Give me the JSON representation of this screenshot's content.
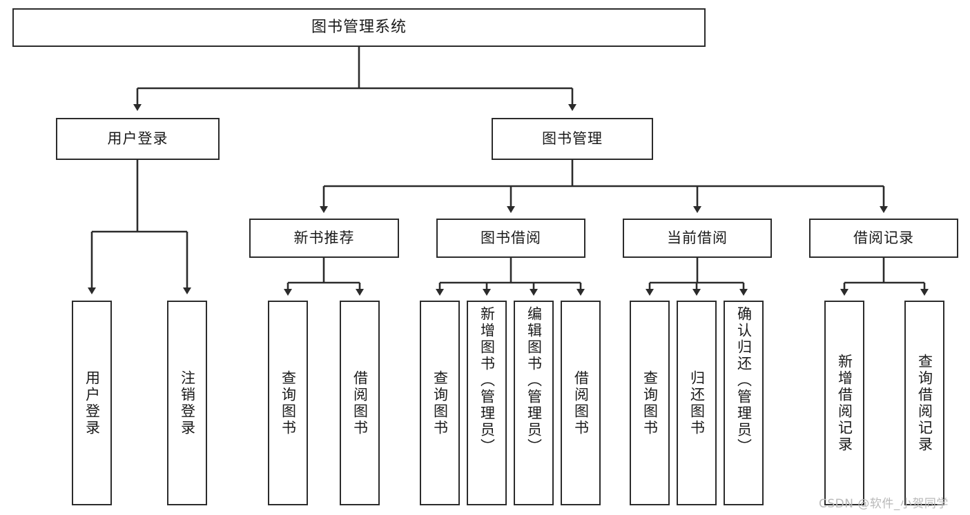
{
  "diagram": {
    "title": "图书管理系统",
    "type": "hierarchy-tree",
    "levels": 4,
    "root": {
      "label": "图书管理系统"
    },
    "level2": [
      {
        "label": "用户登录"
      },
      {
        "label": "图书管理"
      }
    ],
    "level3": [
      {
        "label": "新书推荐"
      },
      {
        "label": "图书借阅"
      },
      {
        "label": "当前借阅"
      },
      {
        "label": "借阅记录"
      }
    ],
    "leaves": {
      "user_login": [
        {
          "label": "用户登录"
        },
        {
          "label": "注销登录"
        }
      ],
      "new_book_recommend": [
        {
          "label": "查询图书"
        },
        {
          "label": "借阅图书"
        }
      ],
      "book_borrow": [
        {
          "label": "查询图书"
        },
        {
          "label": "新增图书（管理员）"
        },
        {
          "label": "编辑图书（管理员）"
        },
        {
          "label": "借阅图书"
        }
      ],
      "current_borrow": [
        {
          "label": "查询图书"
        },
        {
          "label": "归还图书"
        },
        {
          "label": "确认归还（管理员）"
        }
      ],
      "borrow_record": [
        {
          "label": "新增借阅记录"
        },
        {
          "label": "查询借阅记录"
        }
      ]
    }
  },
  "watermark": {
    "text": "CSDN @软件_小贺同学"
  },
  "colors": {
    "stroke": "#2b2b2b",
    "fill": "#ffffff",
    "text": "#1a1a1a",
    "watermark": "#b9b9b9"
  }
}
